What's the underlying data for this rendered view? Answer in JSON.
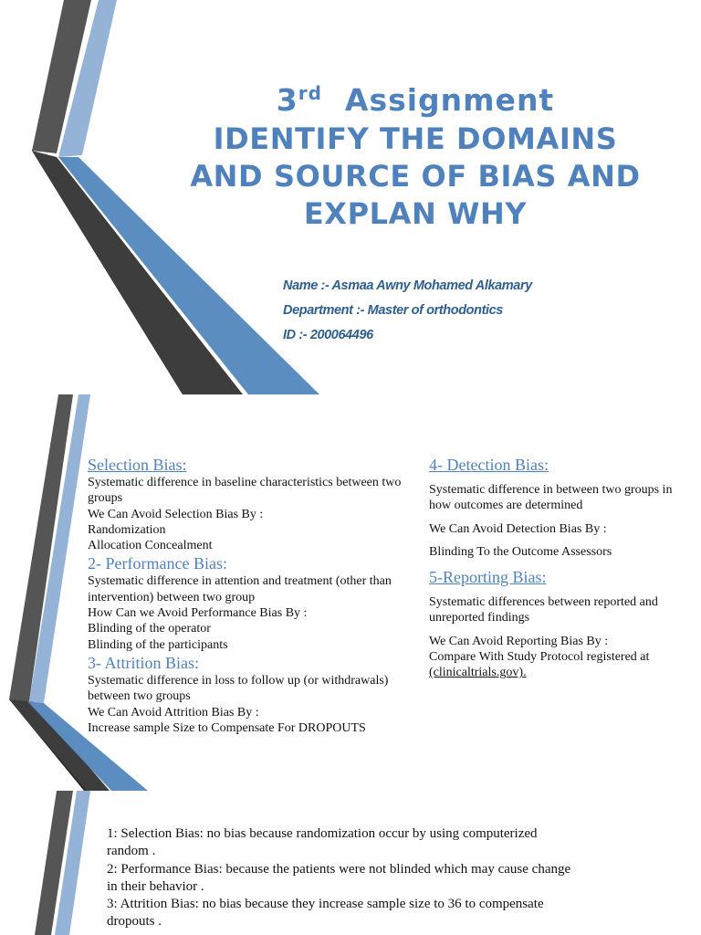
{
  "slide1": {
    "title_num": "3",
    "title_sup": "rd",
    "title_word": "Assignment",
    "title_lines": [
      "IDENTIFY THE DOMAINS",
      "AND SOURCE OF BIAS AND",
      "EXPLAN WHY"
    ],
    "name": "Name :- Asmaa Awny Mohamed Alkamary",
    "department": "Department :- Master of orthodontics",
    "id": "ID :- 200064496"
  },
  "slide2": {
    "left": {
      "selection_title": "Selection Bias:",
      "selection_lines": [
        "Systematic difference in baseline characteristics between two groups",
        "We Can Avoid Selection Bias By :",
        "Randomization",
        "Allocation Concealment"
      ],
      "performance_title": "2- Performance Bias:",
      "performance_lines": [
        "Systematic difference in attention and treatment (other than intervention) between two group",
        "How Can we Avoid Performance Bias By :",
        "Blinding of the operator",
        "Blinding of the participants"
      ],
      "attrition_title": "3- Attrition Bias:",
      "attrition_lines": [
        "Systematic difference in loss to follow up (or withdrawals) between two groups",
        "We Can Avoid Attrition Bias By :",
        "Increase sample Size to Compensate For DROPOUTS"
      ]
    },
    "right": {
      "detection_title": "4- Detection Bias:",
      "detection_def": "Systematic difference in between two groups in how outcomes are determined",
      "detection_avoid": "We Can Avoid Detection Bias By :",
      "detection_method": "Blinding To the Outcome Assessors",
      "reporting_title": "5-Reporting Bias:",
      "reporting_def": "Systematic differences between reported and unreported findings",
      "reporting_avoid": "We Can Avoid Reporting Bias By :",
      "reporting_method": "Compare With Study Protocol registered at",
      "reporting_link": "(clinicaltrials.gov)."
    }
  },
  "slide3": {
    "answers": [
      "1: Selection Bias: no bias because randomization occur by using computerized random .",
      "2: Performance Bias: because the patients were not blinded which may cause change in their behavior .",
      "3: Attrition Bias: no bias because they increase sample size to 36 to compensate dropouts ."
    ]
  },
  "colors": {
    "accent_blue": "#4f81bd",
    "light_blue": "#95b3d7",
    "dark_gray": "#404040",
    "info_blue": "#2e5f8f"
  }
}
